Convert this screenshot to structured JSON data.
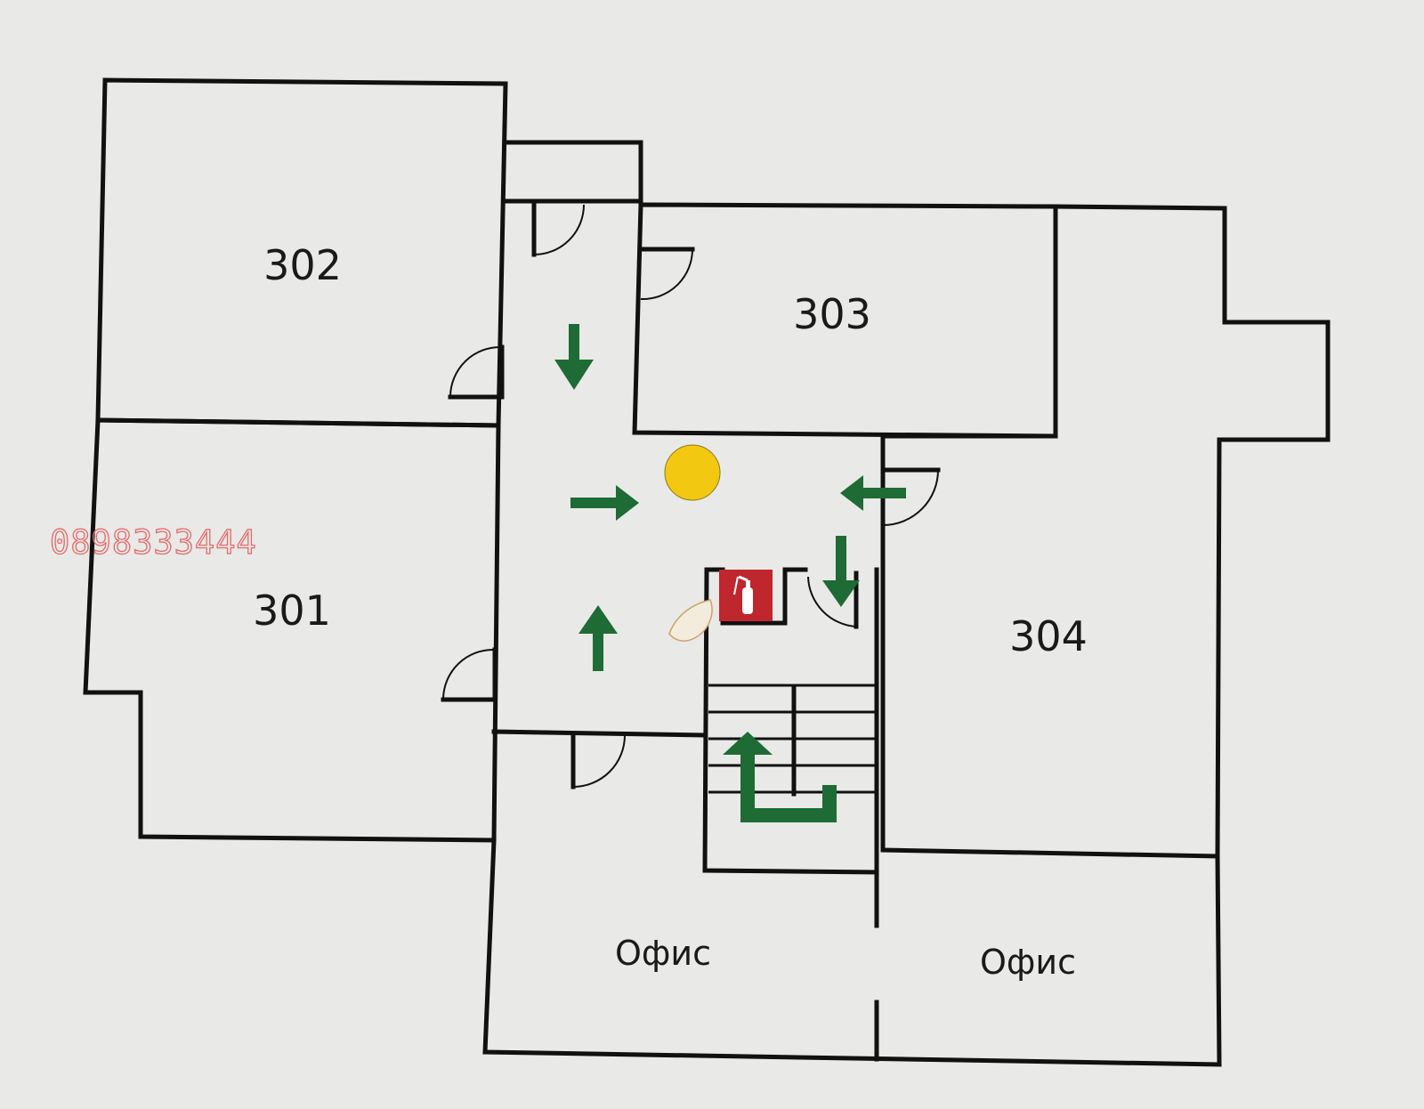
{
  "rooms": {
    "r301": "301",
    "r302": "302",
    "r303": "303",
    "r304": "304",
    "office_left": "Офис",
    "office_right": "Офис"
  },
  "watermark": {
    "phone": "0898333444"
  },
  "icons": {
    "evacuation_arrow": "evacuation-arrow-icon",
    "you_are_here": "you-are-here-icon",
    "fire_extinguisher": "fire-extinguisher-icon"
  },
  "colors": {
    "evacuation_green": "#1e6b35",
    "you_are_here_yellow": "#f2c811",
    "extinguisher_red": "#c0262d",
    "wall": "#111111",
    "watermark_red": "#e26a6a"
  }
}
